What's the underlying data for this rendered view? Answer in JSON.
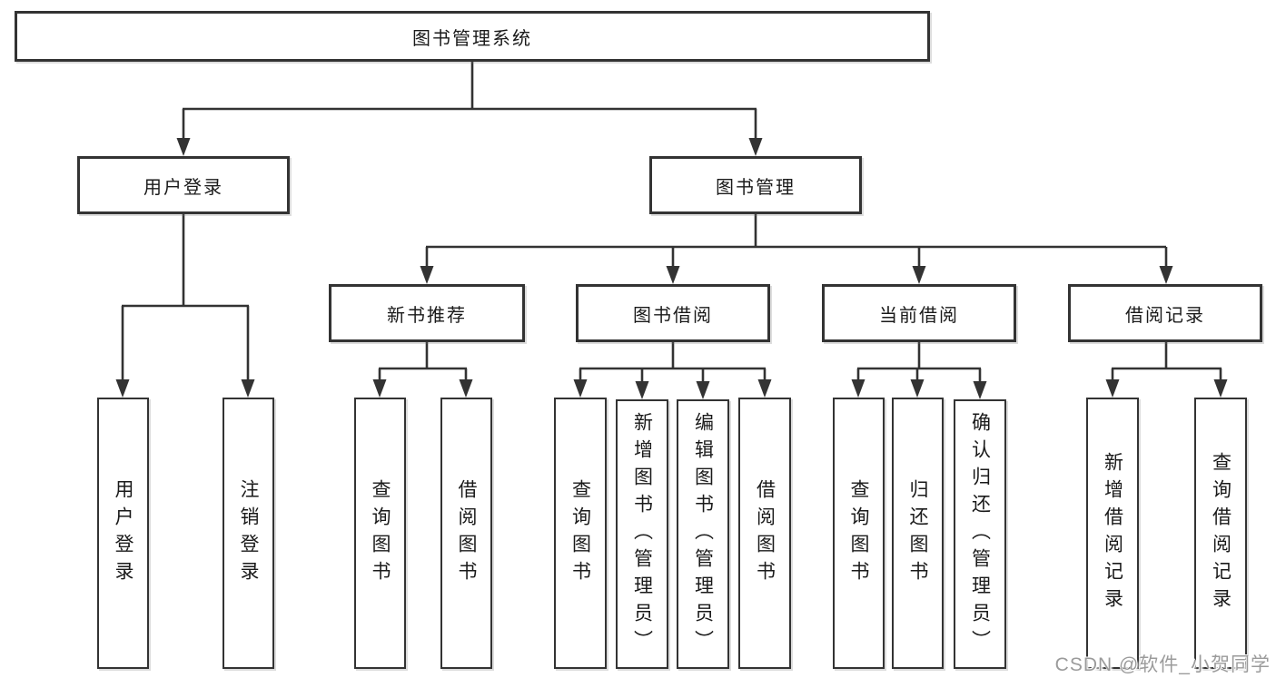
{
  "diagram": {
    "tree": {
      "label": "图书管理系统",
      "children": [
        {
          "label": "用户登录",
          "children": [
            {
              "label": "用户登录"
            },
            {
              "label": "注销登录"
            }
          ]
        },
        {
          "label": "图书管理",
          "children": [
            {
              "label": "新书推荐",
              "children": [
                {
                  "label": "查询图书"
                },
                {
                  "label": "借阅图书"
                }
              ]
            },
            {
              "label": "图书借阅",
              "children": [
                {
                  "label": "查询图书"
                },
                {
                  "label": "新增图书（管理员）"
                },
                {
                  "label": "编辑图书（管理员）"
                },
                {
                  "label": "借阅图书"
                }
              ]
            },
            {
              "label": "当前借阅",
              "children": [
                {
                  "label": "查询图书"
                },
                {
                  "label": "归还图书"
                },
                {
                  "label": "确认归还（管理员）"
                }
              ]
            },
            {
              "label": "借阅记录",
              "children": [
                {
                  "label": "新增借阅记录"
                },
                {
                  "label": "查询借阅记录"
                }
              ]
            }
          ]
        }
      ]
    }
  },
  "watermark": {
    "text": "CSDN @软件_小贺同学"
  },
  "colors": {
    "line": "#333333",
    "box_border": "#333333",
    "text": "#1a1a1a",
    "background": "#ffffff",
    "watermark": "#9b9b9b"
  }
}
